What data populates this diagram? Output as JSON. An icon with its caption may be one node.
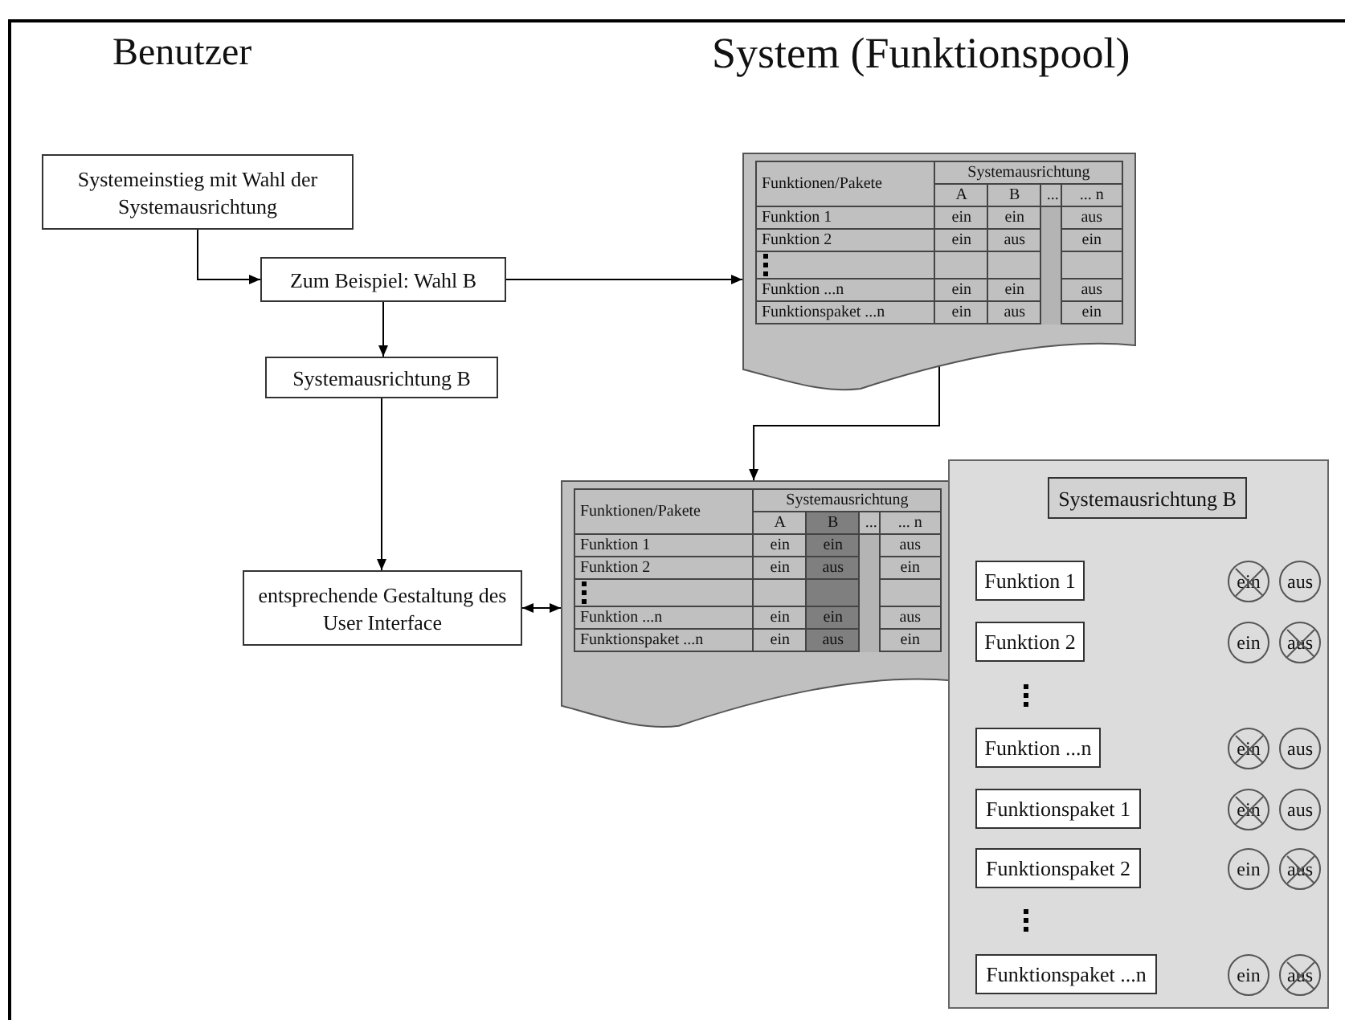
{
  "diagram": {
    "nodes": [
      {
        "text": [
          "Systemeinstieg mit Wahl der Systemausrichtung"
        ]
      },
      {
        "text": [
          "Zum Beispiel: Wahl B"
        ]
      },
      {
        "text": [],
        "shape": "document"
      },
      {
        "text": [
          "Systemausrichtung B"
        ]
      },
      {
        "text": [],
        "shape": "document"
      },
      {
        "text": [
          "entsprechende Gestaltung des User Interface"
        ]
      },
      {
        "text": [],
        "shape": "box"
      },
      {
        "text": [
          "Systemausrichtung B"
        ],
        "in": 6
      },
      {
        "text": [
          "Funktion 1"
        ],
        "in": 6
      },
      {
        "text": [
          "ein"
        ],
        "in": 6
      },
      {
        "text": [
          "aus"
        ],
        "in": 6
      },
      {
        "text": [
          "Funktion 2"
        ],
        "in": 6
      },
      {
        "text": [
          "ein"
        ],
        "in": 6
      },
      {
        "text": [
          "aus"
        ],
        "in": 6
      },
      {
        "text": [
          "Funktion ...n"
        ],
        "in": 6
      },
      {
        "text": [
          "ein"
        ],
        "in": 6
      },
      {
        "text": [
          "aus"
        ],
        "in": 6
      },
      {
        "text": [
          "Funktionspaket 1"
        ],
        "in": 6
      },
      {
        "text": [
          "ein"
        ],
        "in": 6
      },
      {
        "text": [
          "aus"
        ],
        "in": 6
      },
      {
        "text": [
          "Funktionspaket 2"
        ],
        "in": 6
      },
      {
        "text": [
          "ein"
        ],
        "in": 6
      },
      {
        "text": [
          "aus"
        ],
        "in": 6
      },
      {
        "text": [
          "Funktionspaket ...n"
        ],
        "in": 6
      },
      {
        "text": [
          "ein"
        ],
        "in": 6
      },
      {
        "text": [
          "aus"
        ],
        "in": 6
      }
    ],
    "edges": [
      {
        "from": 0,
        "to": 1,
        "arrow": "to"
      },
      {
        "from": 1,
        "to": 2,
        "arrow": "to"
      },
      {
        "from": 1,
        "to": 3,
        "arrow": "to"
      },
      {
        "from": 3,
        "to": 5,
        "arrow": "to"
      },
      {
        "from": 2,
        "to": 4,
        "arrow": "to"
      },
      {
        "from": 5,
        "to": 4,
        "arrow": "both"
      }
    ],
    "labels": [
      "Benutzer",
      "System (Funktionspool)",
      "Funktionen/Pakete",
      "Systemausrichtung",
      "A",
      "B",
      "...",
      "... n",
      "Funktion 1",
      "ein",
      "ein",
      "aus",
      "Funktion 2",
      "ein",
      "aus",
      "ein",
      "Funktion ...n",
      "ein",
      "ein",
      "aus",
      "Funktionspaket ...n",
      "ein",
      "aus",
      "ein",
      "Funktionen/Pakete",
      "Systemausrichtung",
      "A",
      "B",
      "...",
      "... n",
      "Funktion 1",
      "ein",
      "ein",
      "aus",
      "Funktion 2",
      "ein",
      "aus",
      "ein",
      "Funktion ...n",
      "ein",
      "ein",
      "aus",
      "Funktionspaket ...n",
      "ein",
      "aus",
      "ein"
    ]
  }
}
